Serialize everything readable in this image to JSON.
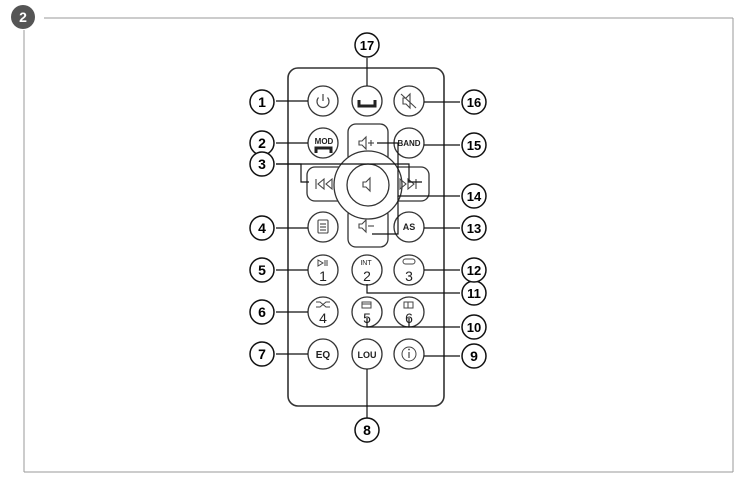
{
  "section_badge": "2",
  "buttons": {
    "mod": "MOD",
    "band": "BAND",
    "as": "AS",
    "eq": "EQ",
    "lou": "LOU",
    "int": "INT",
    "key1": "1",
    "key2": "2",
    "key3": "3",
    "key4": "4",
    "key5": "5",
    "key6": "6"
  },
  "callouts": [
    "1",
    "2",
    "3",
    "4",
    "5",
    "6",
    "7",
    "8",
    "9",
    "10",
    "11",
    "12",
    "13",
    "14",
    "15",
    "16",
    "17"
  ],
  "icons": {
    "power": "power-icon",
    "phone_hangup": "phone-hangup-icon",
    "mute": "mute-icon",
    "phone_call": "phone-call-icon",
    "prev": "previous-track-icon",
    "next": "next-track-icon",
    "vol_up": "volume-up-icon",
    "vol_down": "volume-down-icon",
    "center": "speaker-icon",
    "menu": "menu-icon",
    "play_pause": "play-pause-icon",
    "repeat": "repeat-icon",
    "shuffle": "shuffle-icon",
    "folder_down": "folder-down-icon",
    "folder_up": "folder-up-icon",
    "info": "info-icon"
  },
  "colors": {
    "badge": "#555555",
    "frame": "#9a9a9a",
    "remote": "#333333"
  }
}
